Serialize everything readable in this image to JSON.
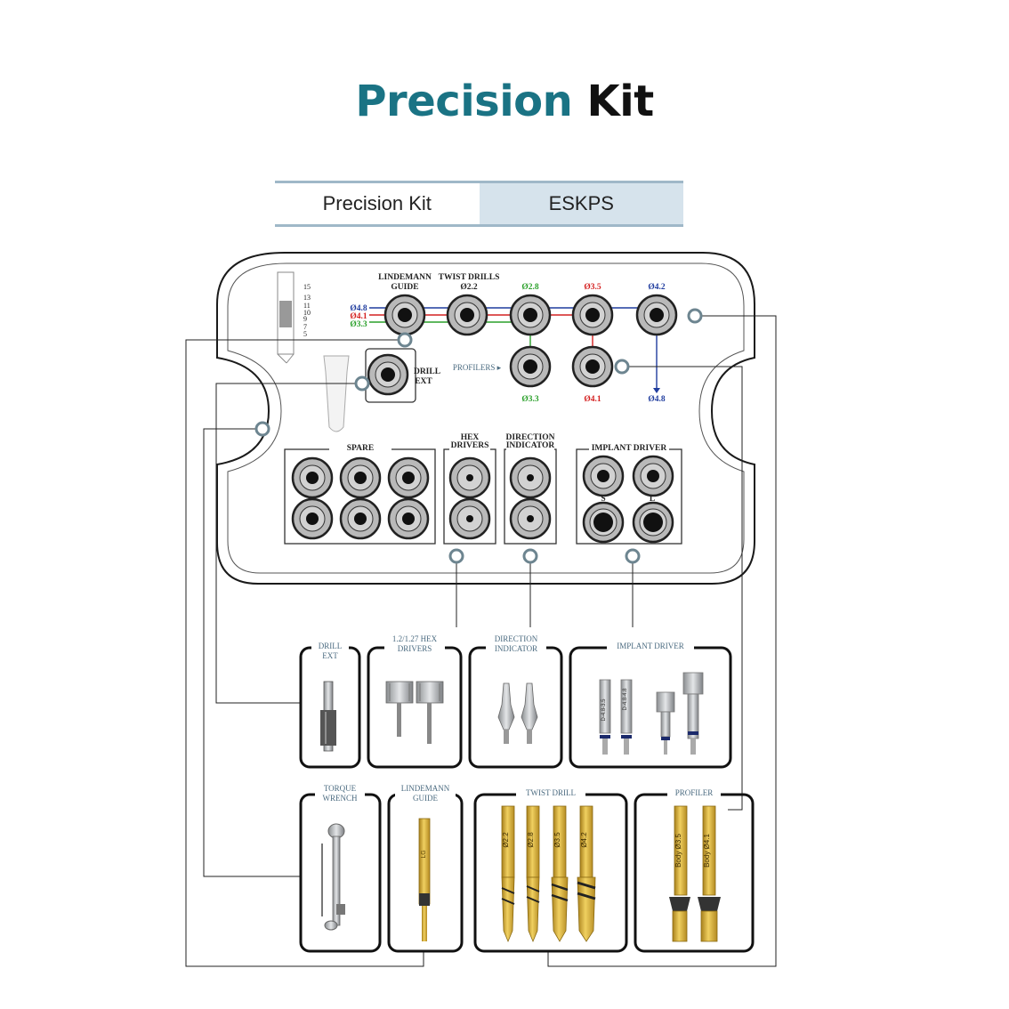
{
  "header": {
    "title_part1": "Precision",
    "title_part2": "Kit"
  },
  "spec_table": {
    "name": "Precision Kit",
    "code": "ESKPS"
  },
  "colors": {
    "title_accent": "#1a7384",
    "table_accent": "#d6e3ec",
    "line_blue": "#1f3c9e",
    "line_red": "#d42020",
    "line_green": "#2aa02a",
    "socket_ring": "#b0b0b0",
    "connector_ring": "#6d8590",
    "gold": "#d9b43a"
  },
  "tray": {
    "labels": {
      "lindemann_guide": [
        "LINDEMANN",
        "GUIDE"
      ],
      "twist_drills": [
        "TWIST DRILLS",
        "Ø2.2"
      ],
      "drill_ext": [
        "DRILL",
        "EXT"
      ],
      "profilers": "PROFILERS ▸",
      "spare": "SPARE",
      "hex_drivers": [
        "HEX",
        "DRIVERS"
      ],
      "direction_indicator": [
        "DIRECTION",
        "INDICATOR"
      ],
      "implant_driver": "IMPLANT DRIVER",
      "driver_s": "S",
      "driver_l": "L"
    },
    "diameters": {
      "d28": "Ø2.8",
      "d35": "Ø3.5",
      "d42": "Ø4.2",
      "left": [
        "Ø4.8",
        "Ø4.1",
        "Ø3.3"
      ],
      "prof_33": "Ø3.3",
      "prof_41": "Ø4.1",
      "bottom_48": "Ø4.8"
    },
    "gauge_marks": [
      "15",
      "13",
      "11",
      "10",
      "9",
      "7",
      "5"
    ]
  },
  "instrument_boxes": [
    {
      "label": [
        "DRILL",
        "EXT"
      ]
    },
    {
      "label": [
        "1.2/1.27 HEX",
        "DRIVERS"
      ]
    },
    {
      "label": [
        "DIRECTION",
        "INDICATOR"
      ]
    },
    {
      "label": [
        "IMPLANT DRIVER"
      ]
    },
    {
      "label": [
        "TORQUE",
        "WRENCH"
      ]
    },
    {
      "label": [
        "LINDEMANN",
        "GUIDE"
      ]
    },
    {
      "label": [
        "TWIST DRILL"
      ]
    },
    {
      "label": [
        "PROFILER"
      ]
    }
  ],
  "tool_marks": {
    "twist_drill": [
      "Ø2.2",
      "Ø2.8",
      "Ø3.5",
      "Ø4.2"
    ],
    "profiler": [
      "Body Ø3.5",
      "Body Ø4.1"
    ],
    "lindemann": "LG",
    "implant_driver": [
      "D-4.8-3.5",
      "D-4.8-4.8"
    ]
  }
}
